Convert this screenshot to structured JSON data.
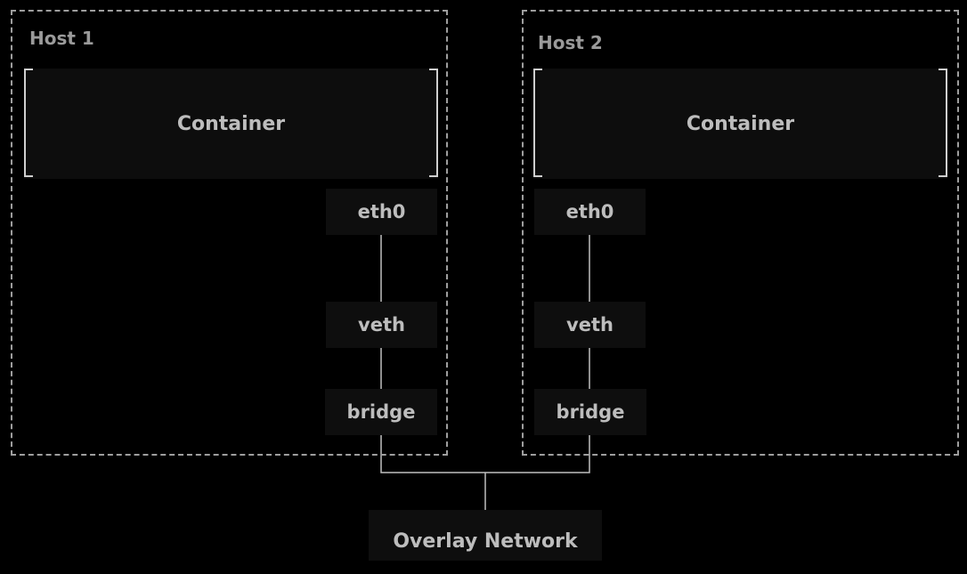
{
  "hosts": [
    {
      "label": "Host 1",
      "container": "Container",
      "interfaces": [
        "eth0",
        "veth",
        "bridge"
      ]
    },
    {
      "label": "Host 2",
      "container": "Container",
      "interfaces": [
        "eth0",
        "veth",
        "bridge"
      ]
    }
  ],
  "overlay": {
    "label": "Overlay Network"
  },
  "colors": {
    "background": "#000000",
    "box_fill": "#0e0e0e",
    "text": "#bdbdbd",
    "line": "#9e9e9e"
  }
}
